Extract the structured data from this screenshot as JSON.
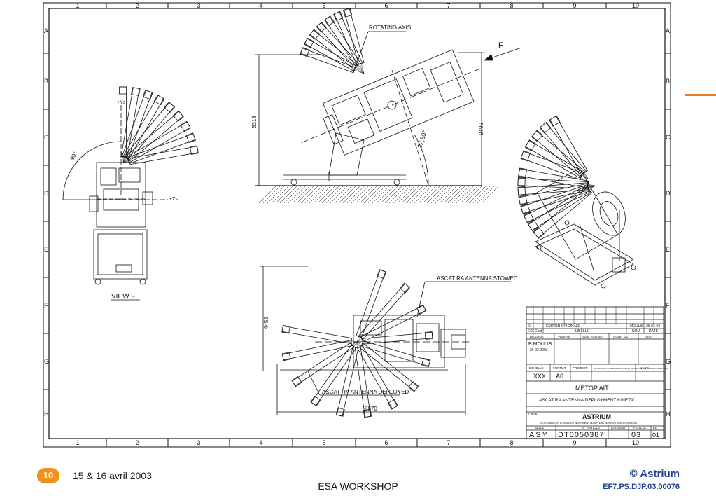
{
  "colors": {
    "accent": "#f07a24",
    "badge": "#f0901e",
    "brand": "#1f3f8f",
    "ink": "#111111"
  },
  "frame": {
    "columns": [
      "1",
      "2",
      "3",
      "4",
      "5",
      "6",
      "7",
      "8",
      "9",
      "10"
    ],
    "rows": [
      "A",
      "B",
      "C",
      "D",
      "E",
      "F",
      "G",
      "H"
    ]
  },
  "views": {
    "view_f": "VIEW F",
    "rotating_axis": "ROTATING AXIS",
    "arrow_f": "F",
    "stowed": "ASCAT RA ANTENNA STOWED",
    "deployed": "ASCAT RA ANTENNA DEPLOYED",
    "axis_ys": "+Ys",
    "axis_zs": "+Zs",
    "angle_90": "90°"
  },
  "dimensions": {
    "d6313": "6313",
    "d6616": "6616",
    "angle": "22,50°",
    "d4455": "4455",
    "d8970": "8970"
  },
  "title_block": {
    "ed_row": {
      "ed": "01",
      "desc": "EDITION ORIGINALE",
      "name": "MOULIS",
      "date": "26-03-03"
    },
    "head_row": {
      "ed": "ED.",
      "conf": "Conf",
      "libelle": "LIBELLE",
      "nom": "NOM",
      "date": "DATE"
    },
    "sig_headers": [
      "DESSINE",
      "VERIFIE",
      "VISE PROJET",
      "CONF. GE",
      "VISA"
    ],
    "drawer_name": "B.MOULIS",
    "drawer_date": "26-03-2003",
    "format_headers": [
      "ECHELLE",
      "FORMAT",
      "PROJECT.",
      "CE PLAN A ETE REALISE EN CAO ET NE PEUT ETRE MODIFIE QU'EN CAO",
      "N° CT:"
    ],
    "scale": "XXX",
    "format": "A0",
    "title": "METOP AIT",
    "subtitle": "ASCAT RA ANTENNA DEPLOYMENT KINETIC",
    "fcode": "F.3036",
    "company": "ASTRIUM",
    "notice": "CE DOCUMENT EST LA PROPRIETE DE ASTRIUM ET NE PEUT ETRE REPRODUIT SANS AUTORISATION",
    "bottom_headers": [
      "SIGLE",
      "N° ARTICLE",
      "IDX GEST",
      "FEUILLE",
      "ED"
    ],
    "sigle": "ASY",
    "article": "DT0050387",
    "feuille": "03",
    "ed": "01"
  },
  "footer": {
    "page_number": "10",
    "date": "15 & 16 avril 2003",
    "title": "ESA WORKSHOP",
    "brand": "© Astrium",
    "reference": "EF7.PS.DJP.03.00076"
  }
}
